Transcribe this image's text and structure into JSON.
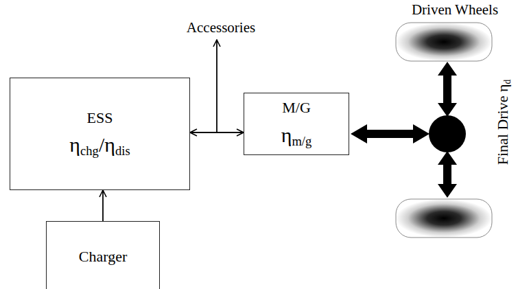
{
  "diagram": {
    "nodes": [
      {
        "text": [
          "ESS",
          "ηchg/ηdis"
        ]
      },
      {
        "text": [
          "Charger"
        ]
      },
      {
        "text": [
          "M/G",
          "ηm/g"
        ]
      }
    ],
    "edges": [
      {
        "from": 1,
        "to": 0,
        "arrow": "to"
      },
      {
        "from": 0,
        "to": 2,
        "arrow": "both"
      }
    ],
    "labels": [
      "Accessories",
      "Driven Wheels",
      "Final Drive ηd"
    ]
  }
}
